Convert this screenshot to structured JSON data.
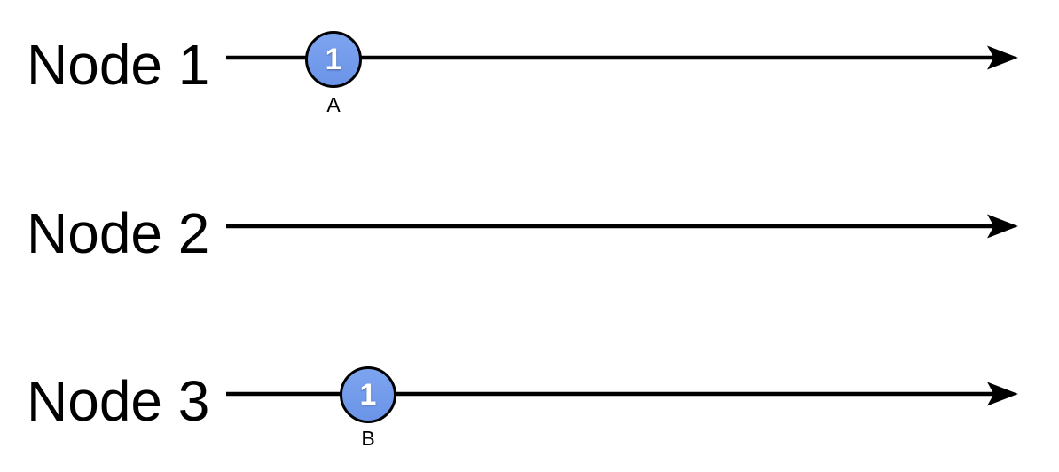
{
  "diagram": {
    "title": "lamport-timestamps-timeline",
    "background": "#ffffff",
    "colors": {
      "background": "#ffffff",
      "line": "#000000",
      "label_text": "#000000",
      "event_border": "#000000",
      "event_fill": "#6B94E8",
      "event_fill_top": "#7DA4EF",
      "event_text": "#ffffff"
    },
    "nodes": [
      {
        "label": "Node 1",
        "events": [
          {
            "value": "1",
            "label": "A"
          }
        ]
      },
      {
        "label": "Node 2",
        "events": []
      },
      {
        "label": "Node 3",
        "events": [
          {
            "value": "1",
            "label": "B"
          }
        ]
      }
    ]
  }
}
